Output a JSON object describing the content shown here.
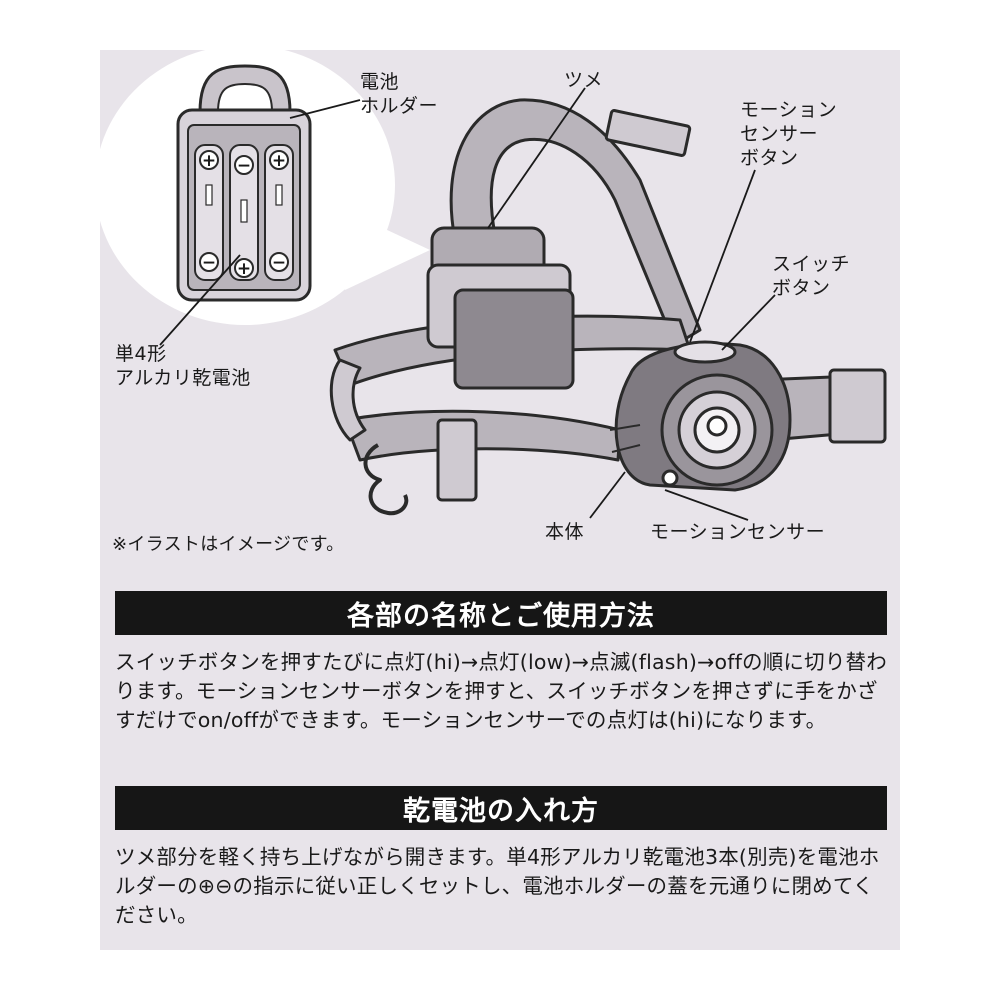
{
  "callouts": {
    "battery_holder": "電池\nホルダー",
    "tsume": "ツメ",
    "motion_sensor_button": "モーション\nセンサー\nボタン",
    "switch_button": "スイッチ\nボタン",
    "aaa_battery": "単4形\nアルカリ乾電池",
    "body": "本体",
    "motion_sensor": "モーションセンサー"
  },
  "battery_symbols": {
    "plus": "+",
    "minus": "−"
  },
  "note": "※イラストはイメージです。",
  "sections": [
    {
      "heading": "各部の名称とご使用方法",
      "text": "スイッチボタンを押すたびに点灯(hi)→点灯(low)→点滅(flash)→offの順に切り替わります。モーションセンサーボタンを押すと、スイッチボタンを押さずに手をかざすだけでon/offができます。モーションセンサーでの点灯は(hi)になります。"
    },
    {
      "heading": "乾電池の入れ方",
      "text": "ツメ部分を軽く持ち上げながら開きます。単4形アルカリ乾電池3本(別売)を電池ホルダーの⊕⊖の指示に従い正しくセットし、電池ホルダーの蓋を元通りに閉めてください。"
    }
  ],
  "colors": {
    "panel": "#e8e4ea",
    "bar": "#161616",
    "strap": "#b9b4bb",
    "dark": "#2a2a2a"
  }
}
